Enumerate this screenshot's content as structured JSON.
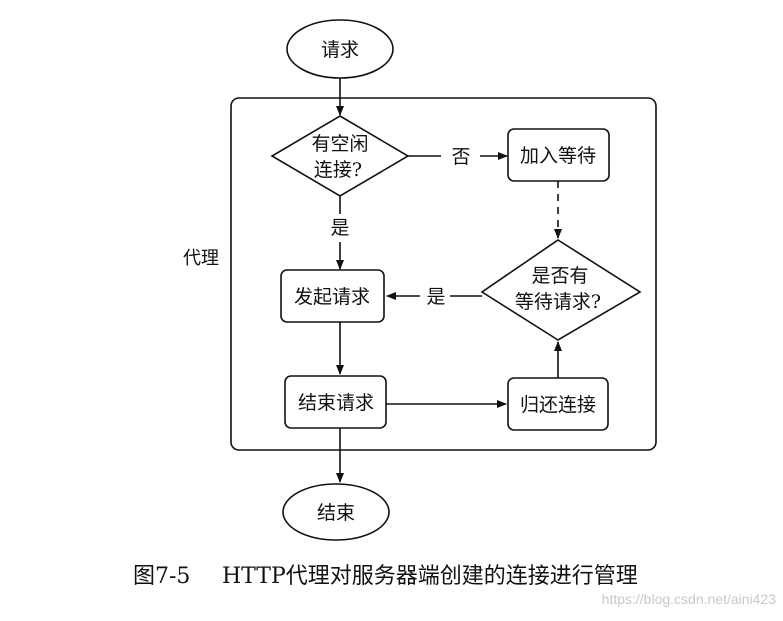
{
  "diagram": {
    "start": "请求",
    "end": "结束",
    "proxy_label": "代理",
    "decision_idle": [
      "有空闲",
      "连接?"
    ],
    "join_wait": "加入等待",
    "decision_waiting": [
      "是否有",
      "等待请求?"
    ],
    "send_request": "发起请求",
    "finish_request": "结束请求",
    "return_connection": "归还连接",
    "edge_no": "否",
    "edge_yes_down": "是",
    "edge_yes_left": "是"
  },
  "caption": {
    "figure": "图7-5",
    "title": "HTTP代理对服务器端创建的连接进行管理"
  },
  "watermark": "https://blog.csdn.net/aini423"
}
